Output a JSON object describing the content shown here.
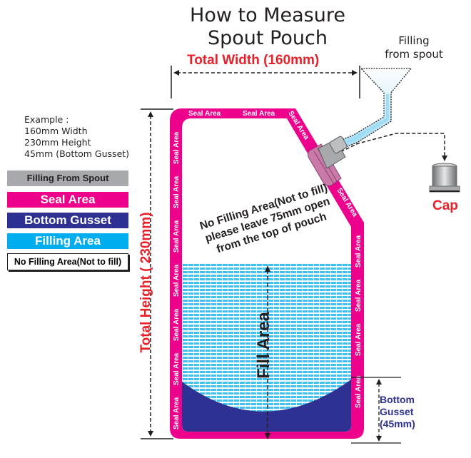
{
  "title": {
    "line1": "How to Measure",
    "line2": "Spout Pouch"
  },
  "total_width_label": "Total Width (160mm)",
  "total_height_label": "Total Height ( 230mm)",
  "filling_from_spout_label": {
    "line1": "Filling",
    "line2": "from spout"
  },
  "example": {
    "heading": "Example :",
    "width": "160mm Width",
    "height": "230mm Height",
    "gusset": "45mm (Bottom Gusset)"
  },
  "legend": [
    {
      "label": "Filling From Spout",
      "color": "#a7a9ac"
    },
    {
      "label": "Seal Area",
      "color": "#ec008c"
    },
    {
      "label": "Bottom Gusset",
      "color": "#2e3192"
    },
    {
      "label": "Filling Area",
      "color": "#00aeef"
    },
    {
      "label": "No Filling Area(Not to fill)",
      "color": "#ffffff"
    }
  ],
  "seal_label": "Seal Area",
  "no_fill_note": {
    "line1": "No Filling Area(Not to fill)",
    "line2": "please leave 75mm open",
    "line3": "from the top of pouch"
  },
  "fill_area_label": "Fill Area",
  "bottom_gusset_label": {
    "line1": "Bottom",
    "line2": "Gusset",
    "line3": "(45mm)"
  },
  "cap_label": "Cap",
  "colors": {
    "seal": "#ec008c",
    "gusset": "#2e3192",
    "fill": "#00aeef",
    "accent_red": "#e8202a"
  }
}
